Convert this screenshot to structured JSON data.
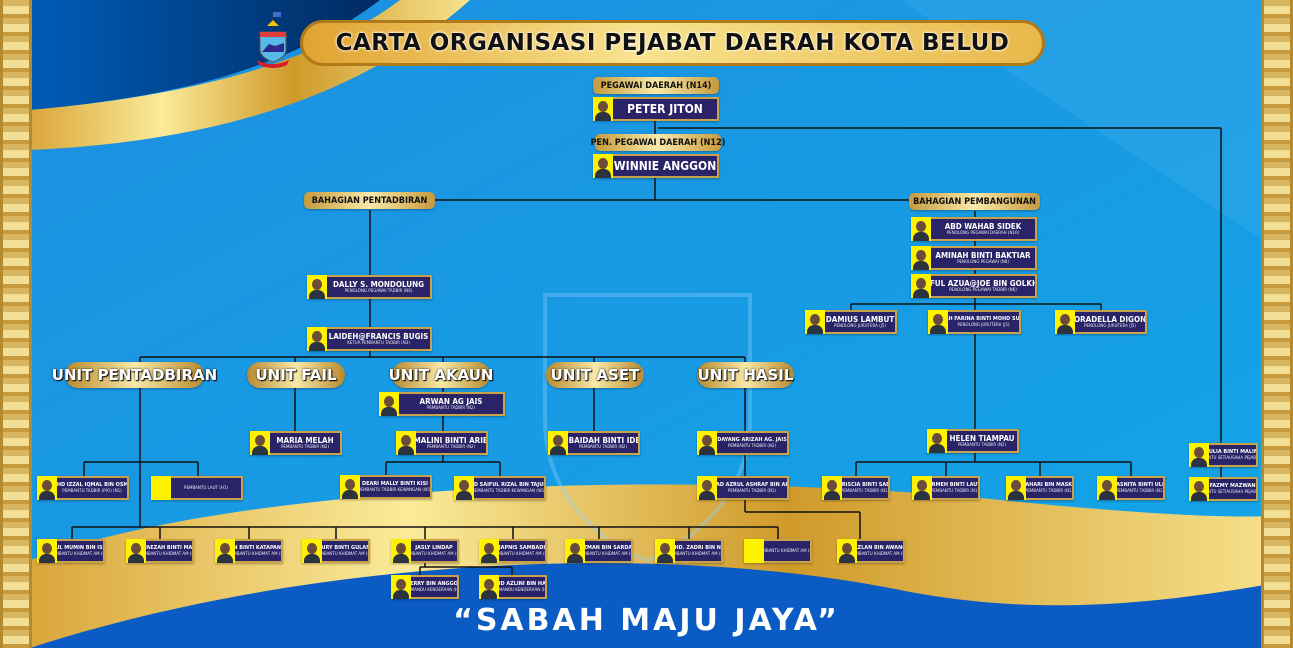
{
  "title": "CARTA ORGANISASI PEJABAT DAERAH KOTA BELUD",
  "motto": "“SABAH MAJU JAYA”",
  "labels": {
    "pd": "PEGAWAI DAERAH (N14)",
    "ppd": "PEN. PEGAWAI DAERAH (N12)",
    "pentadbiran": "BAHAGIAN PENTADBIRAN",
    "pembangunan": "BAHAGIAN PEMBANGUNAN"
  },
  "units": [
    "UNIT PENTADBIRAN",
    "UNIT FAIL",
    "UNIT AKAUN",
    "UNIT ASET",
    "UNIT HASIL"
  ],
  "colors": {
    "navy": "#2a2367",
    "gold": "#c8a24a",
    "photo_bg": "#fff200",
    "sky": "#2ea4ea"
  },
  "staff": [
    {
      "name": "PETER JITON",
      "title": ""
    },
    {
      "name": "WINNIE ANGGON",
      "title": ""
    },
    {
      "name": "DALLY S. MONDOLUNG",
      "title": "PENOLONG PEGAWAI TADBIR (N6)"
    },
    {
      "name": "LAIDEH@FRANCIS BUGIS",
      "title": "KETUA PEMBANTU TADBIR (N3)"
    },
    {
      "name": "ABD WAHAB SIDEK",
      "title": "PENOLONG PEGAWAI DAERAH (N10)"
    },
    {
      "name": "AMINAH BINTI BAKTIAR",
      "title": "PENOLONG PEGAWAI (N8)"
    },
    {
      "name": "SAIFUL AZUA@JOE BIN GOLKHAN",
      "title": "PENOLONG PEGAWAI TADBIR (N6)"
    },
    {
      "name": "DAMIUS LAMBUT",
      "title": "PENOLONG JURUTERA (J5)"
    },
    {
      "name": "FARAH FARINA BINTI MOHD SUFIAN",
      "title": "PENOLONG JURUTERA (J5)"
    },
    {
      "name": "NORADELLA DIGONG",
      "title": "PENOLONG JURUTERA (J5)"
    },
    {
      "name": "ARWAN AG JAIS",
      "title": "PEMBANTU TADBIR (N2)"
    },
    {
      "name": "MARIA MELAH",
      "title": "PEMBANTU TADBIR (N2)"
    },
    {
      "name": "MALINI BINTI ARIB",
      "title": "PEMBANTU TADBIR (N2)"
    },
    {
      "name": "JUBAIDAH BINTI IDEK",
      "title": "PEMBANTU TADBIR (N2)"
    },
    {
      "name": "DAYANG ARIZAH AG. JAIS",
      "title": "PEMBANTU TADBIR (N2)"
    },
    {
      "name": "HELEN TIAMPAU",
      "title": "PEMBANTU TADBIR (N2)"
    },
    {
      "name": "MOHD IZZAL IQMAL BIN OSMAN",
      "title": "PEMBANTU TADBIR (P/O) (N1)"
    },
    {
      "name": "",
      "title": "PEMBANTU LAUT (H1)"
    },
    {
      "name": "DEARI MALLY BINTI KISI",
      "title": "PEMBANTU TADBIR KEWANGAN (W1)"
    },
    {
      "name": "MOHD SAIFUL RIZAL BIN TAJUDDIN",
      "title": "PEMBANTU TADBIR KEWANGAN (W1)"
    },
    {
      "name": "MOHAMMAD AZRUL ASHRAF BIN ABDUL AZIZ",
      "title": "PEMBANTU TADBIR (N1)"
    },
    {
      "name": "CHRISCIA BINTI SABIN",
      "title": "PEMBANTU TADBIR (N1)"
    },
    {
      "name": "NORMEH BINTI LAUTIN",
      "title": "PEMBANTU TADBIR (N1)"
    },
    {
      "name": "AZAHARI BIN MASKAH",
      "title": "PEMBANTU TADBIR (N1)"
    },
    {
      "name": "HASNITA BINTI ULIN",
      "title": "PEMBANTU TADBIR (N1)"
    },
    {
      "name": "JULIA BINTI MALIN",
      "title": "PEMBANTU SETIAUSAHA PEJABAT (N1)"
    },
    {
      "name": "SHAHIMI FAZMY MAZWAN OF SHUL",
      "title": "PEMBANTU SETIAUSAHA PEJABAT (N1)"
    },
    {
      "name": "ABDUL MUMIN BIN ISMAIL",
      "title": "PEMBANTU KHIDMAT AM (H1)"
    },
    {
      "name": "NUR FAEZAH BINTI MADSAH",
      "title": "PEMBANTU KHIDMAT AM (H1)"
    },
    {
      "name": "SIULAN BINTI KATAPANGINAN",
      "title": "PEMBANTU KHIDMAT AM (H1)"
    },
    {
      "name": "DAIRY BINTI GULANG",
      "title": "PEMBANTU KHIDMAT AM (H1)"
    },
    {
      "name": "JASLY LINDAP",
      "title": "PEMBANTU KHIDMAT AM (H1)"
    },
    {
      "name": "JAPNIS SAMBADI",
      "title": "PEMBANTU KHIDMAT AM (H1)"
    },
    {
      "name": "AZMAN BIN SARDAN",
      "title": "PEMBANTU KHIDMAT AM (H1)"
    },
    {
      "name": "MOHD. ZADRI BIN NAIN",
      "title": "PEMBANTU KHIDMAT AM (H1)"
    },
    {
      "name": "",
      "title": "PEMBANTU KHIDMAT AM (H1)"
    },
    {
      "name": "AZLAN BIN AWANG",
      "title": "PEMBANTU KHIDMAT AM (H1)"
    },
    {
      "name": "HERRY BIN ANGGON",
      "title": "PEMANDU KENDERAAN (H1)"
    },
    {
      "name": "MOHD AZLINI BIN HAMID",
      "title": "PEMANDU KENDERAAN (H1)"
    }
  ]
}
